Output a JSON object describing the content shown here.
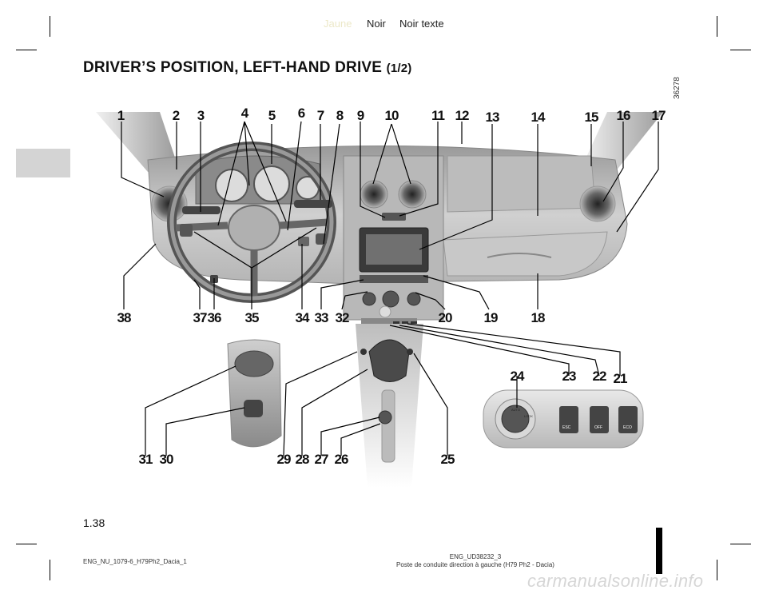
{
  "header": {
    "proof_colors": [
      "Jaune",
      "Noir",
      "Noir texte"
    ]
  },
  "page": {
    "title": "DRIVER’S POSITION, LEFT-HAND DRIVE",
    "title_part": "(1/2)",
    "figure_code": "36278",
    "page_number": "1.38"
  },
  "footer": {
    "left": "ENG_NU_1079-6_H79Ph2_Dacia_1",
    "right_line1": "ENG_UD38232_3",
    "right_line2": "Poste de conduite direction à gauche (H79 Ph2 - Dacia)"
  },
  "watermark": "carmanualsonline.info",
  "switch_panel_labels": [
    "ESC",
    "OFF",
    "ECO",
    "AUTO",
    "LOCK"
  ],
  "callouts": [
    "1",
    "2",
    "3",
    "4",
    "5",
    "6",
    "7",
    "8",
    "9",
    "10",
    "11",
    "12",
    "13",
    "14",
    "15",
    "16",
    "17",
    "18",
    "19",
    "20",
    "21",
    "22",
    "23",
    "24",
    "25",
    "26",
    "27",
    "28",
    "29",
    "30",
    "31",
    "32",
    "33",
    "34",
    "35",
    "36",
    "37",
    "38"
  ]
}
